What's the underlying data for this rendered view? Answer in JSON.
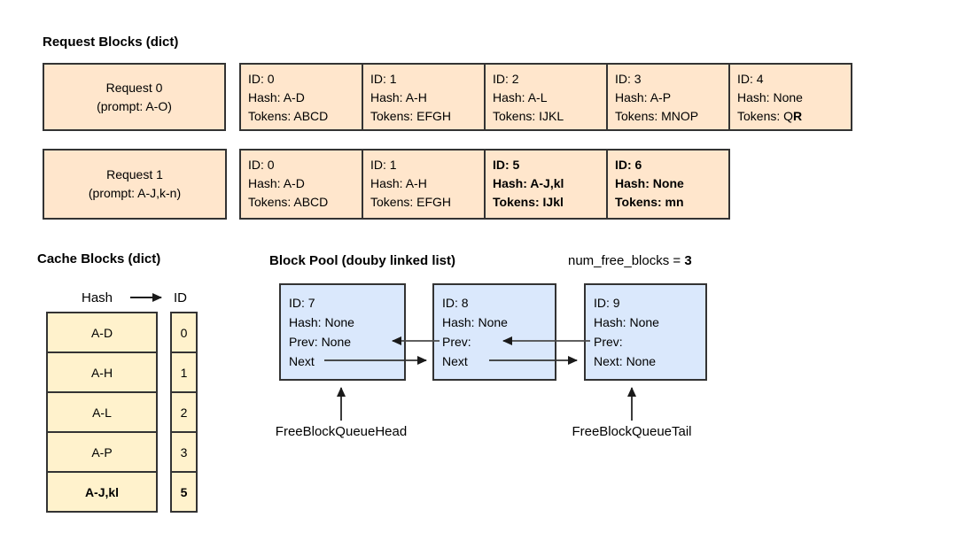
{
  "colors": {
    "peach_fill": "#FFE6CC",
    "yellow_fill": "#FFF2CC",
    "blue_fill": "#DAE8FC",
    "border": "#333333",
    "arrow": "#4a4a4a"
  },
  "request_blocks": {
    "heading": "Request Blocks (dict)",
    "rows": [
      {
        "label_line1": "Request 0",
        "label_line2": "(prompt: A-O)",
        "cells": [
          {
            "lines": [
              "ID: 0",
              "Hash: A-D",
              "Tokens: ABCD"
            ],
            "bold": false
          },
          {
            "lines": [
              "ID: 1",
              "Hash: A-H",
              "Tokens: EFGH"
            ],
            "bold": false
          },
          {
            "lines": [
              "ID: 2",
              "Hash: A-L",
              "Tokens: IJKL"
            ],
            "bold": false
          },
          {
            "lines": [
              "ID: 3",
              "Hash: A-P",
              "Tokens: MNOP"
            ],
            "bold": false
          },
          {
            "lines": [
              "ID: 4",
              "Hash: None",
              "Tokens: Q"
            ],
            "bold": false,
            "bold_suffix": "R"
          }
        ]
      },
      {
        "label_line1": "Request 1",
        "label_line2": "(prompt: A-J,k-n)",
        "cells": [
          {
            "lines": [
              "ID: 0",
              "Hash: A-D",
              "Tokens: ABCD"
            ],
            "bold": false
          },
          {
            "lines": [
              "ID: 1",
              "Hash: A-H",
              "Tokens: EFGH"
            ],
            "bold": false
          },
          {
            "lines": [
              "ID: 5",
              "Hash: A-J,kl",
              "Tokens: IJkl"
            ],
            "bold": true
          },
          {
            "lines": [
              "ID: 6",
              "Hash: None",
              "Tokens: mn"
            ],
            "bold": true
          }
        ]
      }
    ]
  },
  "cache_blocks": {
    "heading": "Cache Blocks (dict)",
    "hash_label": "Hash",
    "id_label": "ID",
    "entries": [
      {
        "hash": "A-D",
        "id": "0",
        "bold": false
      },
      {
        "hash": "A-H",
        "id": "1",
        "bold": false
      },
      {
        "hash": "A-L",
        "id": "2",
        "bold": false
      },
      {
        "hash": "A-P",
        "id": "3",
        "bold": false
      },
      {
        "hash": "A-J,kl",
        "id": "5",
        "bold": true
      }
    ]
  },
  "block_pool": {
    "heading": "Block Pool (douby linked list)",
    "free_blocks_label": "num_free_blocks = ",
    "free_blocks_value": "3",
    "blocks": [
      {
        "lines": [
          "ID: 7",
          "Hash: None",
          "Prev: None",
          "Next"
        ]
      },
      {
        "lines": [
          "ID: 8",
          "Hash: None",
          "Prev:",
          "Next"
        ]
      },
      {
        "lines": [
          "ID: 9",
          "Hash: None",
          "Prev:",
          "Next: None"
        ]
      }
    ],
    "head_label": "FreeBlockQueueHead",
    "tail_label": "FreeBlockQueueTail"
  }
}
